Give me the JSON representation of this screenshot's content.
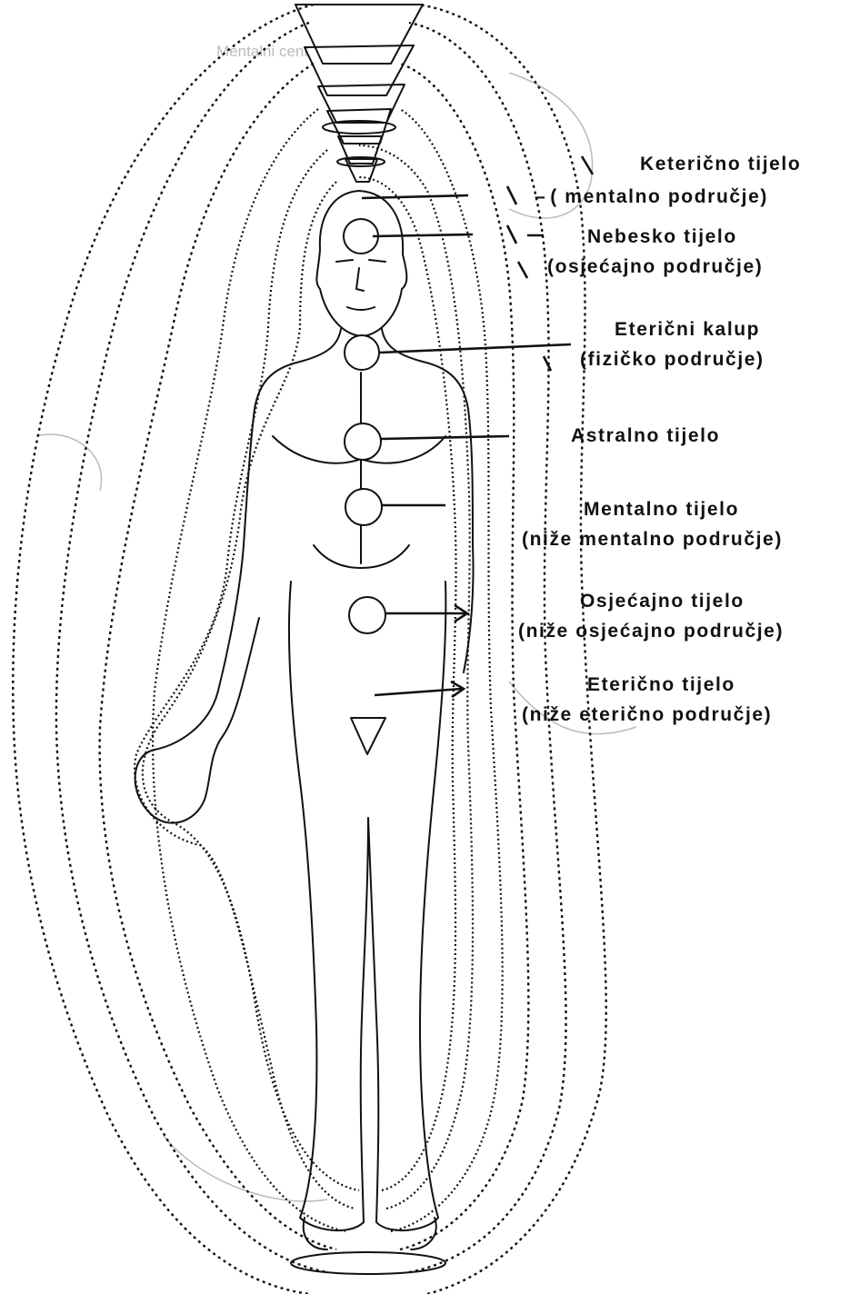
{
  "background_text": "Mentalni  cent",
  "labels": [
    {
      "id": "keteric",
      "line1": "Keterično  tijelo",
      "line2": "( mentalno   područje)"
    },
    {
      "id": "nebesko",
      "line1": "Nebesko  tijelo",
      "line2": "(osjećajno  područje)"
    },
    {
      "id": "etericni-kalup",
      "line1": "Eterični  kalup",
      "line2": "(fizičko  područje)"
    },
    {
      "id": "astralno",
      "line1": "Astralno  tijelo"
    },
    {
      "id": "mentalno",
      "line1": "Mentalno  tijelo",
      "line2": "(niže  mentalno  područje)"
    },
    {
      "id": "osjecajno",
      "line1": "Osjećajno  tijelo",
      "line2": "(niže  osjećajno  područje)"
    },
    {
      "id": "etericno",
      "line1": "Eterično  tijelo",
      "line2": "(niže  eterično  područje)"
    }
  ],
  "colors": {
    "ink": "#111111",
    "ghost": "#bbbbbb",
    "background": "#ffffff"
  }
}
